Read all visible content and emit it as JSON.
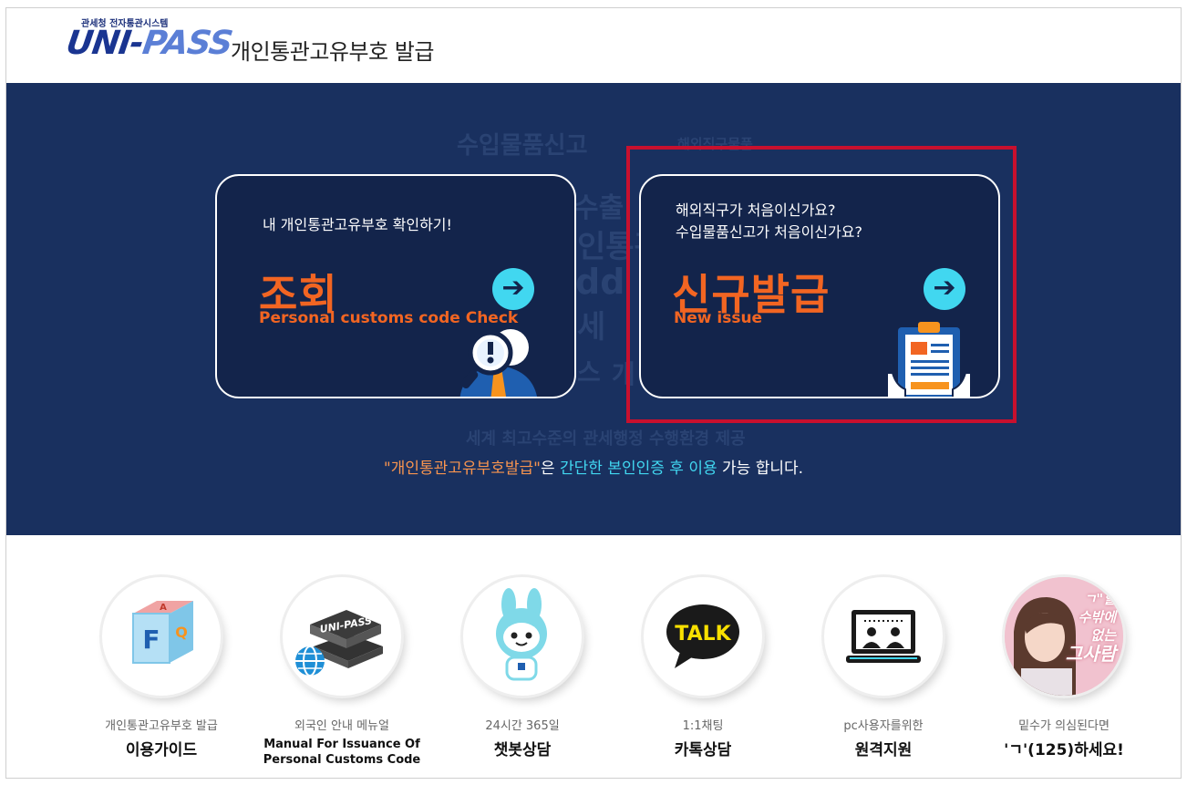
{
  "header": {
    "logo_sub": "관세청 전자통관시스템",
    "logo_uni": "UNI-",
    "logo_pass": "PASS",
    "title": "개인통관고유부호 발급"
  },
  "hero": {
    "word_cloud": [
      "수입물품신고",
      "해외직구물품",
      "수출",
      "인통관",
      "dd",
      "세",
      "스",
      "개",
      "세계 최고수준의 관세행정 수행환경 제공"
    ],
    "check_card": {
      "desc": "내 개인통관고유부호 확인하기!",
      "title": "조회",
      "subtitle": "Personal customs code Check",
      "arrow": "➔"
    },
    "issue_card": {
      "desc_line1": "해외직구가 처음이신가요?",
      "desc_line2": "수입물품신고가 처음이신가요?",
      "title": "신규발급",
      "subtitle": "New issue",
      "arrow": "➔"
    },
    "notice": {
      "part1": "\"개인통관고유부호발급\"",
      "part2": "은 ",
      "part3": "간단한 본인인증 후 이용",
      "part4": " 가능 합니다."
    }
  },
  "tiles": [
    {
      "small": "개인통관고유부호 발급",
      "big": "이용가이드"
    },
    {
      "small": "외국인 안내 메뉴얼",
      "en1": "Manual For Issuance Of",
      "en2": "Personal Customs Code",
      "book_label": "UNI-PASS"
    },
    {
      "small": "24시간 365일",
      "big": "챗봇상담"
    },
    {
      "small": "1:1채팅",
      "big": "카톡상담",
      "bubble": "TALK"
    },
    {
      "small": "pc사용자를위한",
      "big": "원격지원"
    },
    {
      "small": "밑수가 의심된다면",
      "big": "'ㄱ'(125)하세요!",
      "badge_line1": "ㄱ\"할",
      "badge_line2": "수밖에",
      "badge_line3": "없는",
      "badge_line4": "그사람"
    }
  ],
  "faq_cube": {
    "front": "F",
    "side": "Q",
    "top": "A"
  },
  "colors": {
    "hero_bg": "#19305f",
    "accent_orange": "#f26522",
    "accent_cyan": "#41d7f0",
    "highlight_red": "#c8102e"
  }
}
